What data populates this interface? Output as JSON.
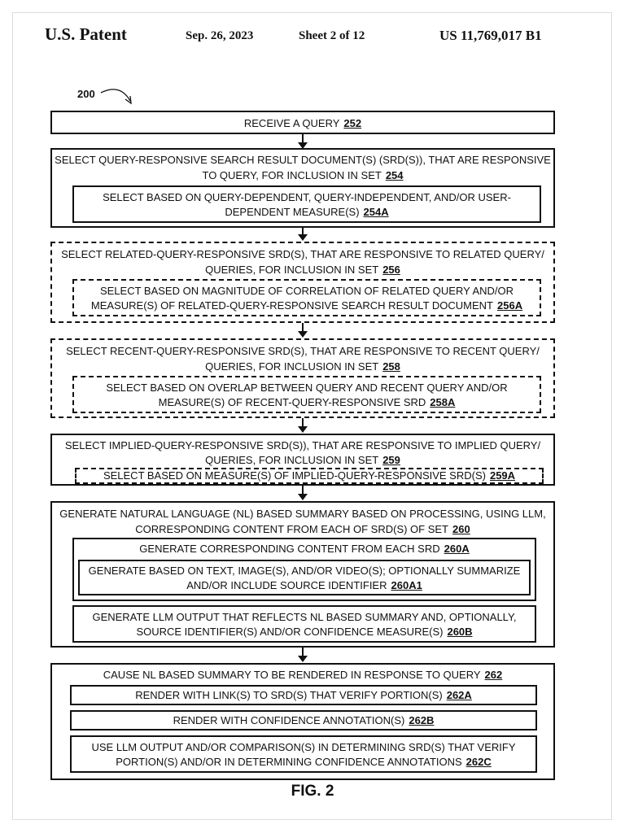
{
  "header": {
    "left": "U.S. Patent",
    "date": "Sep. 26, 2023",
    "sheet": "Sheet 2 of 12",
    "number": "US 11,769,017 B1"
  },
  "diagram": {
    "ref": "200",
    "steps": {
      "s252": {
        "line1": "RECEIVE A QUERY",
        "ref": "252"
      },
      "s254": {
        "line1": "SELECT QUERY-RESPONSIVE SEARCH RESULT DOCUMENT(S) (SRD(S)), THAT ARE RESPONSIVE",
        "line2": "TO QUERY, FOR INCLUSION IN SET",
        "ref": "254"
      },
      "s254A": {
        "line1": "SELECT BASED ON QUERY-DEPENDENT, QUERY-INDEPENDENT, AND/OR USER-",
        "line2": "DEPENDENT MEASURE(S)",
        "ref": "254A"
      },
      "s256": {
        "line1": "SELECT RELATED-QUERY-RESPONSIVE SRD(S), THAT ARE RESPONSIVE TO RELATED QUERY/",
        "line2": "QUERIES, FOR INCLUSION IN SET",
        "ref": "256"
      },
      "s256A": {
        "line1": "SELECT BASED ON MAGNITUDE OF CORRELATION OF RELATED QUERY AND/OR",
        "line2": "MEASURE(S) OF RELATED-QUERY-RESPONSIVE SEARCH RESULT DOCUMENT",
        "ref": "256A"
      },
      "s258": {
        "line1": "SELECT RECENT-QUERY-RESPONSIVE SRD(S), THAT ARE RESPONSIVE TO RECENT QUERY/",
        "line2": "QUERIES, FOR INCLUSION IN SET",
        "ref": "258"
      },
      "s258A": {
        "line1": "SELECT BASED ON OVERLAP BETWEEN QUERY AND RECENT QUERY AND/OR",
        "line2": "MEASURE(S) OF RECENT-QUERY-RESPONSIVE SRD",
        "ref": "258A"
      },
      "s259": {
        "line1": "SELECT IMPLIED-QUERY-RESPONSIVE SRD(S)), THAT ARE RESPONSIVE TO IMPLIED QUERY/",
        "line2": "QUERIES, FOR INCLUSION IN SET",
        "ref": "259"
      },
      "s259A": {
        "line1": "SELECT BASED ON MEASURE(S) OF IMPLIED-QUERY-RESPONSIVE SRD(S)",
        "ref": "259A"
      },
      "s260": {
        "line1": "GENERATE NATURAL LANGUAGE (NL) BASED SUMMARY BASED ON PROCESSING, USING LLM,",
        "line2": "CORRESPONDING CONTENT FROM EACH OF SRD(S) OF SET",
        "ref": "260"
      },
      "s260A": {
        "line1": "GENERATE CORRESPONDING CONTENT FROM EACH SRD",
        "ref": "260A"
      },
      "s260A1": {
        "line1": "GENERATE BASED ON TEXT, IMAGE(S), AND/OR VIDEO(S); OPTIONALLY SUMMARIZE",
        "line2": "AND/OR INCLUDE SOURCE IDENTIFIER",
        "ref": "260A1"
      },
      "s260B": {
        "line1": "GENERATE LLM OUTPUT THAT REFLECTS NL BASED SUMMARY AND, OPTIONALLY,",
        "line2": "SOURCE IDENTIFIER(S) AND/OR CONFIDENCE MEASURE(S)",
        "ref": "260B"
      },
      "s262": {
        "line1": "CAUSE NL BASED SUMMARY TO BE RENDERED IN RESPONSE TO QUERY",
        "ref": "262"
      },
      "s262A": {
        "line1": "RENDER WITH LINK(S) TO SRD(S) THAT VERIFY PORTION(S)",
        "ref": "262A"
      },
      "s262B": {
        "line1": "RENDER WITH CONFIDENCE ANNOTATION(S)",
        "ref": "262B"
      },
      "s262C": {
        "line1": "USE LLM OUTPUT AND/OR COMPARISON(S) IN DETERMINING SRD(S) THAT VERIFY",
        "line2": "PORTION(S) AND/OR IN DETERMINING CONFIDENCE ANNOTATIONS",
        "ref": "262C"
      }
    },
    "figure_label": "FIG. 2"
  }
}
